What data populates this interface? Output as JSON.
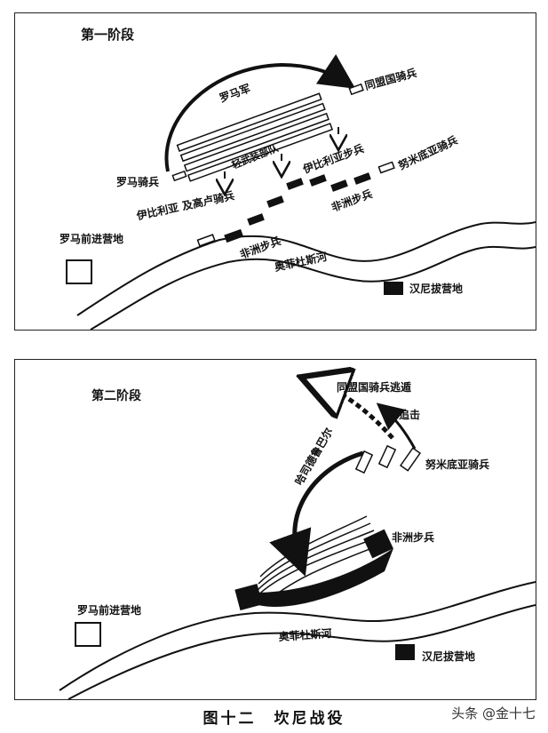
{
  "stage1": {
    "title": "第一阶段",
    "labels": {
      "roman_army": "罗马军",
      "allied_cavalry": "同盟国骑兵",
      "light_infantry": "轻武装部队",
      "iberian_infantry": "伊比利亚步兵",
      "numidian_cavalry": "努米底亚骑兵",
      "roman_cavalry": "罗马骑兵",
      "african_infantry_right": "非洲步兵",
      "iberian_gallic_cavalry": "伊比利亚\n及高卢骑兵",
      "roman_camp": "罗马前进营地",
      "african_infantry_left": "非洲步兵",
      "river": "奥菲杜斯河",
      "hannibal_camp": "汉尼拔营地"
    }
  },
  "stage2": {
    "title": "第二阶段",
    "labels": {
      "allied_cavalry_flee": "同盟国骑兵逃遁",
      "pursuit": "追击",
      "hasdrubal": "哈司德鲁巴尔",
      "numidian_cavalry": "努米底亚骑兵",
      "african_infantry": "非洲步兵",
      "roman_camp": "罗马前进营地",
      "river": "奥菲杜斯河",
      "hannibal_camp": "汉尼拔营地"
    }
  },
  "caption": "图十二　坎尼战役",
  "watermark": "头条 @金十七"
}
